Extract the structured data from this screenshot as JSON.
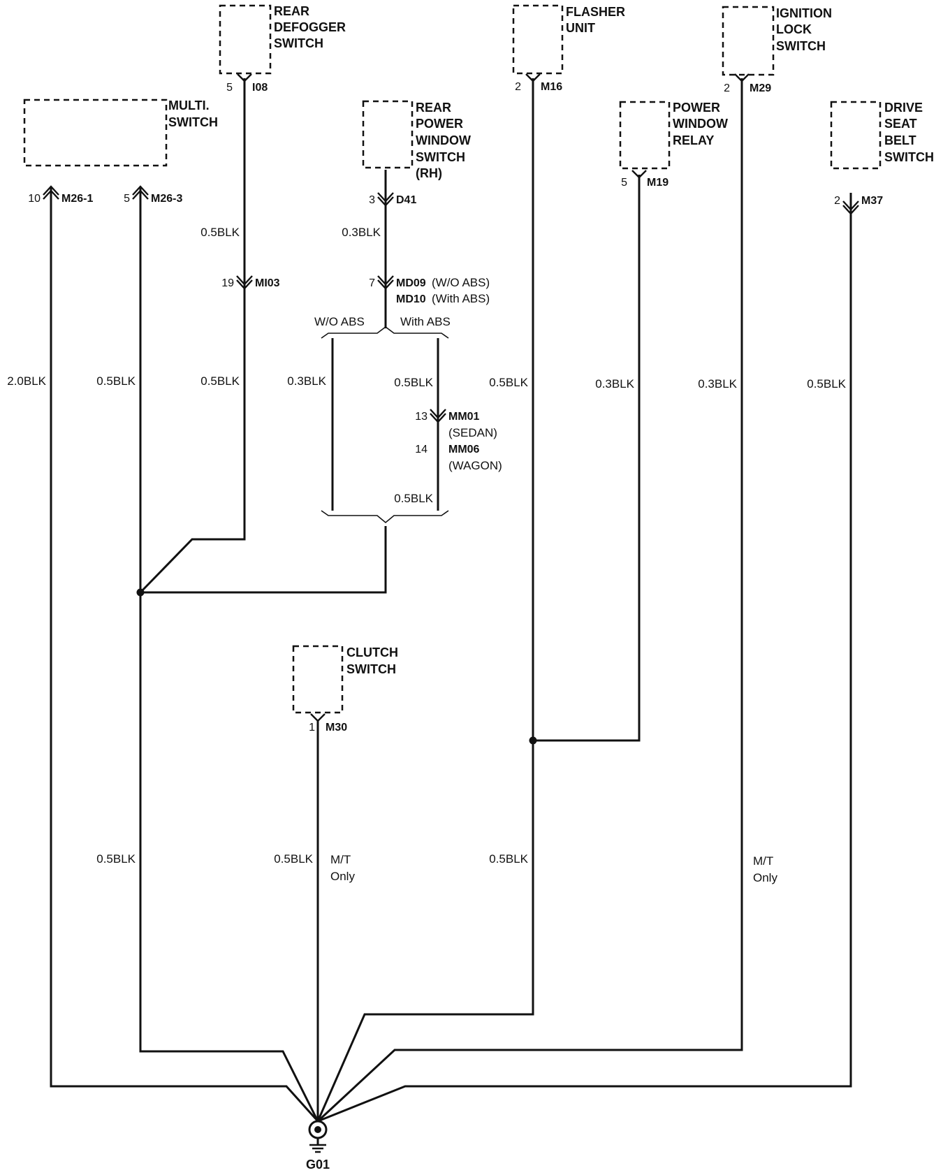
{
  "components": {
    "rear_defogger_switch": [
      "REAR",
      "DEFOGGER",
      "SWITCH"
    ],
    "multi_switch": [
      "MULTI.",
      "SWITCH"
    ],
    "rear_power_window_switch": [
      "REAR",
      "POWER",
      "WINDOW",
      "SWITCH",
      "(RH)"
    ],
    "flasher_unit": [
      "FLASHER",
      "UNIT"
    ],
    "power_window_relay": [
      "POWER",
      "WINDOW",
      "RELAY"
    ],
    "ignition_lock_switch": [
      "IGNITION",
      "LOCK",
      "SWITCH"
    ],
    "drive_seat_belt_switch": [
      "DRIVE",
      "SEAT",
      "BELT",
      "SWITCH"
    ],
    "clutch_switch": [
      "CLUTCH",
      "SWITCH"
    ]
  },
  "connectors": {
    "i08": {
      "pin": "5",
      "name": "I08"
    },
    "m26_1": {
      "pin": "10",
      "name": "M26-1"
    },
    "m26_3": {
      "pin": "5",
      "name": "M26-3"
    },
    "d41": {
      "pin": "3",
      "name": "D41"
    },
    "mi03": {
      "pin": "19",
      "name": "MI03"
    },
    "md09": {
      "pin": "7",
      "name": "MD09",
      "note": "(W/O ABS)"
    },
    "md10": {
      "name": "MD10",
      "note": "(With ABS)"
    },
    "mm01": {
      "pin": "13",
      "name": "MM01",
      "note": "(SEDAN)"
    },
    "mm06": {
      "pin": "14",
      "name": "MM06",
      "note": "(WAGON)"
    },
    "m16": {
      "pin": "2",
      "name": "M16"
    },
    "m19": {
      "pin": "5",
      "name": "M19"
    },
    "m29": {
      "pin": "2",
      "name": "M29"
    },
    "m37": {
      "pin": "2",
      "name": "M37"
    },
    "m30": {
      "pin": "1",
      "name": "M30"
    }
  },
  "wires": {
    "m26_1": "2.0BLK",
    "m26_3_upper": "0.5BLK",
    "m26_3_lower": "0.5BLK",
    "i08_upper": "0.5BLK",
    "i08_lower": "0.5BLK",
    "d41": "0.3BLK",
    "wo_abs": "0.3BLK",
    "with_abs_upper": "0.5BLK",
    "with_abs_lower": "0.5BLK",
    "clutch": "0.5BLK",
    "flasher_upper": "0.5BLK",
    "flasher_lower": "0.5BLK",
    "relay": "0.3BLK",
    "ignition": "0.3BLK",
    "seat_belt": "0.5BLK"
  },
  "branches": {
    "wo_abs": "W/O ABS",
    "with_abs": "With ABS"
  },
  "notes": {
    "clutch_mt": [
      "M/T",
      "Only"
    ],
    "ignition_mt": [
      "M/T",
      "Only"
    ]
  },
  "ground": {
    "name": "G01"
  }
}
